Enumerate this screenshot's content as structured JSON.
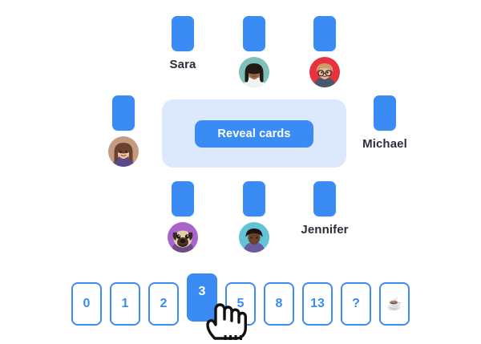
{
  "app": {
    "name": "planning-poker-room"
  },
  "table": {
    "reveal_button_label": "Reveal cards",
    "surface_color": "#dce9fd",
    "accent_color": "#3b8bf4"
  },
  "seats": {
    "top": [
      {
        "id": "sara",
        "label": "Sara",
        "has_avatar": false,
        "avatar_kind": "",
        "has_card": true
      },
      {
        "id": "player-top-2",
        "label": "",
        "has_avatar": true,
        "avatar_kind": "woman-teal",
        "has_card": true
      },
      {
        "id": "player-top-3",
        "label": "",
        "has_avatar": true,
        "avatar_kind": "man-red-glasses",
        "has_card": true
      }
    ],
    "left": [
      {
        "id": "player-left-1",
        "label": "",
        "has_avatar": true,
        "avatar_kind": "woman-tan",
        "has_card": true
      }
    ],
    "right": [
      {
        "id": "michael",
        "label": "Michael",
        "has_avatar": false,
        "avatar_kind": "",
        "has_card": true
      }
    ],
    "bottom": [
      {
        "id": "player-bot-1",
        "label": "",
        "has_avatar": true,
        "avatar_kind": "pug-purple",
        "has_card": true
      },
      {
        "id": "player-bot-2",
        "label": "",
        "has_avatar": true,
        "avatar_kind": "man-teal",
        "has_card": true
      },
      {
        "id": "jennifer",
        "label": "Jennifer",
        "has_avatar": false,
        "avatar_kind": "",
        "has_card": true
      }
    ]
  },
  "deck": {
    "selected_value": "3",
    "cards": [
      {
        "value": "0",
        "selected": false,
        "is_emoji": false
      },
      {
        "value": "1",
        "selected": false,
        "is_emoji": false
      },
      {
        "value": "2",
        "selected": false,
        "is_emoji": false
      },
      {
        "value": "3",
        "selected": true,
        "is_emoji": false
      },
      {
        "value": "5",
        "selected": false,
        "is_emoji": false
      },
      {
        "value": "8",
        "selected": false,
        "is_emoji": false
      },
      {
        "value": "13",
        "selected": false,
        "is_emoji": false
      },
      {
        "value": "?",
        "selected": false,
        "is_emoji": false
      },
      {
        "value": "☕",
        "selected": false,
        "is_emoji": true
      }
    ]
  },
  "cursor": {
    "icon": "pointing-hand-cursor",
    "over_card": "3"
  }
}
